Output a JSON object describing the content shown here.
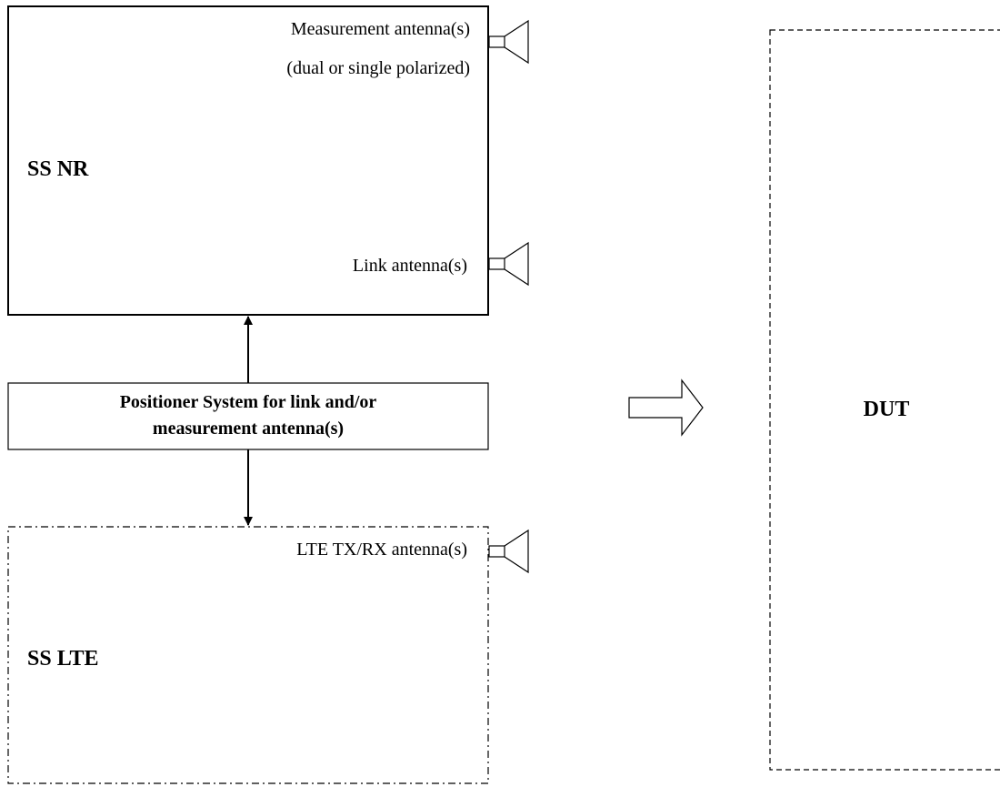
{
  "ss_nr": {
    "title": "SS NR",
    "measurement_antenna_line1": "Measurement antenna(s)",
    "measurement_antenna_line2": "(dual or single polarized)",
    "link_antenna": "Link antenna(s)"
  },
  "positioner": {
    "line1": "Positioner System for link and/or",
    "line2": "measurement antenna(s)"
  },
  "ss_lte": {
    "title": "SS LTE",
    "antenna_label": "LTE TX/RX antenna(s)"
  },
  "dut": {
    "title": "DUT"
  },
  "colors": {
    "stroke": "#000000",
    "background": "#ffffff"
  },
  "icons": {
    "antenna": "horn-antenna-icon",
    "arrow": "hollow-right-arrow-icon"
  }
}
